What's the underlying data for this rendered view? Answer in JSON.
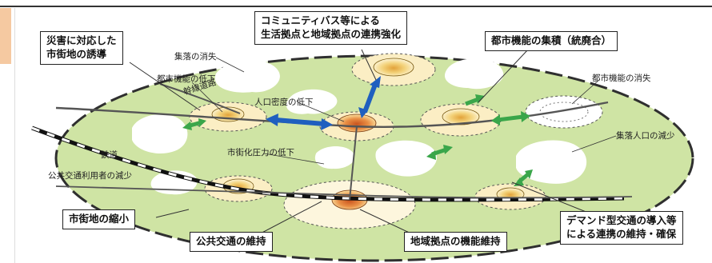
{
  "callouts": {
    "disaster_guidance": [
      "災害に対応した",
      "市街地の誘導"
    ],
    "community_bus": [
      "コミュニティバス等による",
      "生活拠点と地域拠点の連携強化"
    ],
    "urban_function_concentration": "都市機能の集積（統廃合）",
    "urban_area_shrink": "市街地の縮小",
    "public_transport_maintain": "公共交通の維持",
    "regional_hub_maintain": "地域拠点の機能維持",
    "demand_transport": [
      "デマンド型交通の導入等",
      "による連携の維持・確保"
    ]
  },
  "labels": {
    "settlement_loss": "集落の消失",
    "urban_function_decline": "都市機能の低下",
    "trunk_road": "幹線道路",
    "population_density_decline": "人口密度の低下",
    "urban_function_loss": "都市機能の消失",
    "settlement_population_decline": "集落人口の減少",
    "urbanization_pressure_decline": "市街化圧力の低下",
    "railway": "鉄道",
    "public_transport_users_decline": "公共交通利用者の減少"
  },
  "colors": {
    "land": "#cfe4a4",
    "land_border": "#2f2f2f",
    "blank_area": "#ffffff",
    "hub_ring": "#fbeec4",
    "hub_core": "#e9b844",
    "central_core": "#d96b2f",
    "green_arrow": "#3aa64a",
    "blue_arrow": "#1f5fbf",
    "road": "#555555"
  }
}
